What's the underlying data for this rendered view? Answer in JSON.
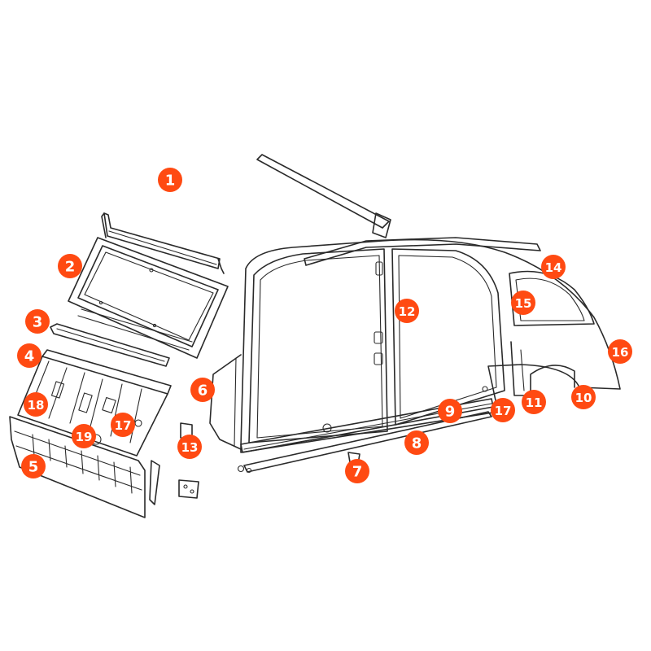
{
  "colors": {
    "badge": "#ff4a12",
    "badge_text": "#ffffff",
    "line": "#2a2a2a"
  },
  "callouts": [
    {
      "id": "c1",
      "label": "1"
    },
    {
      "id": "c2",
      "label": "2"
    },
    {
      "id": "c3",
      "label": "3"
    },
    {
      "id": "c4",
      "label": "4"
    },
    {
      "id": "c5",
      "label": "5"
    },
    {
      "id": "c6",
      "label": "6"
    },
    {
      "id": "c7",
      "label": "7"
    },
    {
      "id": "c8",
      "label": "8"
    },
    {
      "id": "c9",
      "label": "9"
    },
    {
      "id": "c10",
      "label": "10"
    },
    {
      "id": "c11",
      "label": "11"
    },
    {
      "id": "c12",
      "label": "12"
    },
    {
      "id": "c13",
      "label": "13"
    },
    {
      "id": "c14",
      "label": "14"
    },
    {
      "id": "c15",
      "label": "15"
    },
    {
      "id": "c16",
      "label": "16"
    },
    {
      "id": "c17a",
      "label": "17"
    },
    {
      "id": "c17b",
      "label": "17"
    },
    {
      "id": "c18",
      "label": "18"
    },
    {
      "id": "c19",
      "label": "19"
    }
  ]
}
